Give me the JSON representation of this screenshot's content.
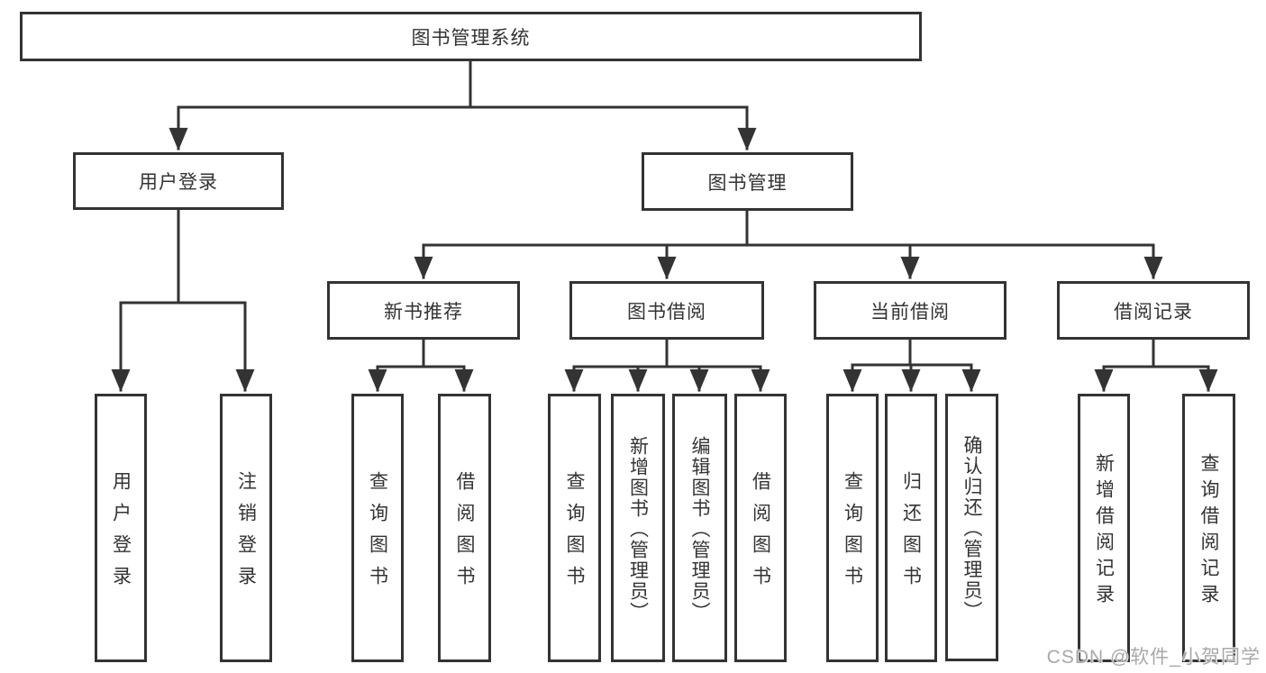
{
  "colors": {
    "line": "#333333",
    "box_border": "#333333",
    "text": "#333333",
    "background": "#ffffff",
    "watermark": "#a8a8a8"
  },
  "watermark": {
    "text": "CSDN @软件_小贺同学"
  },
  "tree": {
    "root": {
      "label": "图书管理系统",
      "children": [
        {
          "label": "用户登录",
          "children": [
            {
              "label": "用户登录"
            },
            {
              "label": "注销登录"
            }
          ]
        },
        {
          "label": "图书管理",
          "children": [
            {
              "label": "新书推荐",
              "children": [
                {
                  "label": "查询图书"
                },
                {
                  "label": "借阅图书"
                }
              ]
            },
            {
              "label": "图书借阅",
              "children": [
                {
                  "label": "查询图书"
                },
                {
                  "label": "新增图书（管理员）"
                },
                {
                  "label": "编辑图书（管理员）"
                },
                {
                  "label": "借阅图书"
                }
              ]
            },
            {
              "label": "当前借阅",
              "children": [
                {
                  "label": "查询图书"
                },
                {
                  "label": "归还图书"
                },
                {
                  "label": "确认归还（管理员）"
                }
              ]
            },
            {
              "label": "借阅记录",
              "children": [
                {
                  "label": "新增借阅记录"
                },
                {
                  "label": "查询借阅记录"
                }
              ]
            }
          ]
        }
      ]
    }
  }
}
